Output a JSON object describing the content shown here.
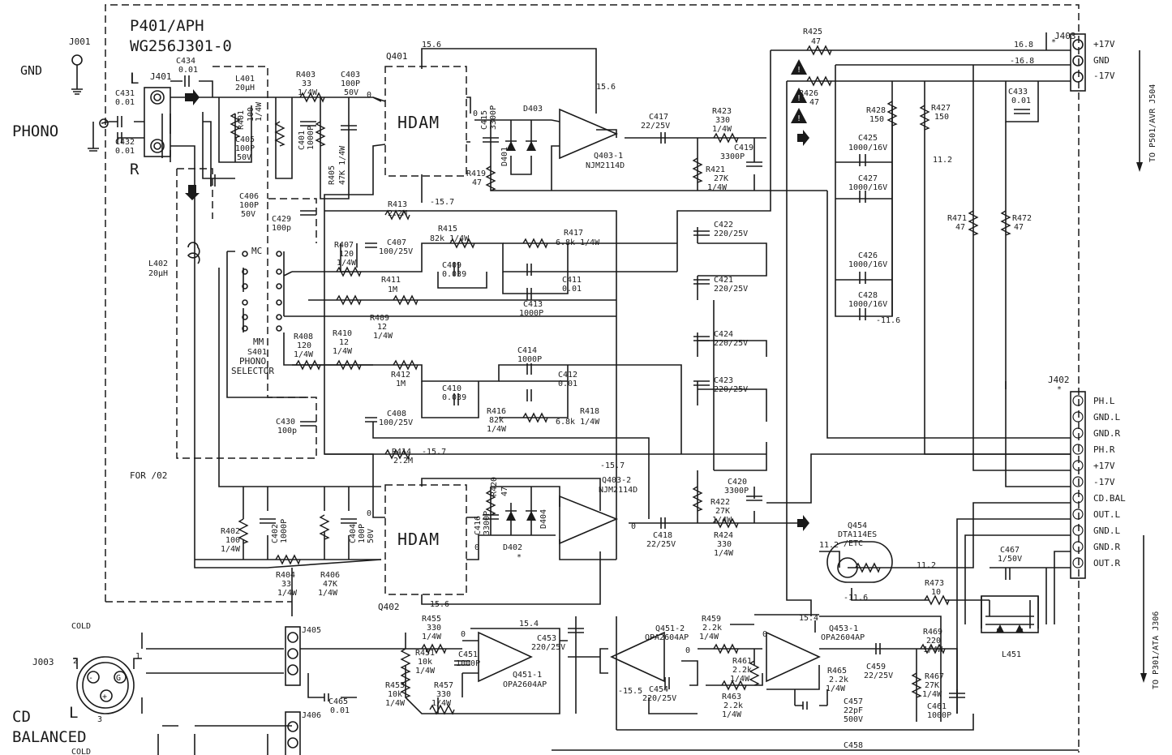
{
  "board": {
    "title": "P401/APH",
    "part": "WG256J301-0",
    "variant": "FOR /02"
  },
  "left": {
    "ground": "GND",
    "phono": "PHONO",
    "l": "L",
    "r": "R",
    "cd_balanced_1": "CD",
    "cd_balanced_2": "BALANCED",
    "cold": "COLD",
    "cold2": "COLD"
  },
  "connectors": {
    "j001": "J001",
    "j401": "J401",
    "j003": "J003",
    "j402": "J402",
    "j403": "J403",
    "j405": "J405",
    "j406": "J406",
    "l451": "L451",
    "to_p501": "TO P501/AVR J504",
    "to_p301": "TO P301/ATA J306",
    "j403_pins": [
      "+17V",
      "GND",
      "-17V"
    ],
    "j402_pins": [
      "PH.L",
      "GND.L",
      "GND.R",
      "PH.R",
      "+17V",
      "-17V",
      "CD.BAL",
      "OUT.L",
      "GND.L",
      "GND.R",
      "OUT.R"
    ],
    "star": "*"
  },
  "amps": {
    "hdam": "HDAM",
    "q401": "Q401",
    "q402": "Q402",
    "q403_1": "Q403-1",
    "q403_2": "Q403-2",
    "njm": "NJM2114D",
    "q451_1": "Q451-1",
    "q451_2": "Q451-2",
    "q453_1": "Q453-1",
    "opa": "OPA2604AP",
    "q454": "Q454",
    "q454_part": "DTA114ES",
    "q454_etc": "/ETC"
  },
  "selector": {
    "mc": "MC",
    "mm": "MM",
    "s401": "S401",
    "phono": "PHONO",
    "sel": "SELECTOR"
  },
  "voltages": {
    "v156": "15.6",
    "vm157": "-15.7",
    "v168": "16.8",
    "vm168": "-16.8",
    "v112": "11.2",
    "vm116": "-11.6",
    "v154": "15.4",
    "vm155": "-15.5",
    "zero": "0"
  },
  "comp": {
    "C434": [
      "C434",
      "0.01"
    ],
    "C431": [
      "C431",
      "0.01"
    ],
    "C432": [
      "C432",
      "0.01"
    ],
    "L401": [
      "L401",
      "20µH"
    ],
    "R401": [
      "R401",
      "100",
      "1/4W"
    ],
    "C405": [
      "C405",
      "100P",
      "50V"
    ],
    "C406": [
      "C406",
      "100P",
      "50V"
    ],
    "R403": [
      "R403",
      "33",
      "1/4W"
    ],
    "C401": [
      "C401",
      "1000P"
    ],
    "R405": [
      "R405",
      "47K 1/4W"
    ],
    "C403": [
      "C403",
      "100P",
      "50V"
    ],
    "C429": [
      "C429",
      "100p"
    ],
    "L402": [
      "L402",
      "20µH"
    ],
    "C415": [
      "C415",
      "3300P"
    ],
    "D403": [
      "D403"
    ],
    "D401": [
      "D401"
    ],
    "R419": [
      "R419",
      "47"
    ],
    "R413": [
      "R413",
      "2.2M"
    ],
    "R415": [
      "R415",
      "82k 1/4W"
    ],
    "R407": [
      "R407",
      "120",
      "1/4W"
    ],
    "C407": [
      "C407",
      "100/25V"
    ],
    "C409": [
      "C409",
      "0.039"
    ],
    "R417": [
      "R417",
      "6.8k 1/4W"
    ],
    "C411": [
      "C411",
      "0.01"
    ],
    "C413": [
      "C413",
      "1000P"
    ],
    "R411": [
      "R411",
      "1M"
    ],
    "R409": [
      "R409",
      "12",
      "1/4W"
    ],
    "R408": [
      "R408",
      "120",
      "1/4W"
    ],
    "R410": [
      "R410",
      "12",
      "1/4W"
    ],
    "C414": [
      "C414",
      "1000P"
    ],
    "R412": [
      "R412",
      "1M"
    ],
    "C410": [
      "C410",
      "0.039"
    ],
    "C412": [
      "C412",
      "0.01"
    ],
    "C408": [
      "C408",
      "100/25V"
    ],
    "R416": [
      "R416",
      "82k",
      "1/4W"
    ],
    "R418": [
      "R418",
      "6.8k 1/4W"
    ],
    "R414": [
      "R414",
      "2.2M"
    ],
    "C430": [
      "C430",
      "100p"
    ],
    "C417": [
      "C417",
      "22/25V"
    ],
    "R423": [
      "R423",
      "330",
      "1/4W"
    ],
    "C419": [
      "C419",
      "3300P"
    ],
    "R421": [
      "R421",
      "27K",
      "1/4W"
    ],
    "C422": [
      "C422",
      "220/25V"
    ],
    "C421": [
      "C421",
      "220/25V"
    ],
    "C424": [
      "C424",
      "220/25V"
    ],
    "C423": [
      "C423",
      "220/25V"
    ],
    "R425": [
      "R425",
      "47"
    ],
    "R426": [
      "R426",
      "47"
    ],
    "R428": [
      "R428",
      "150"
    ],
    "R427": [
      "R427",
      "150"
    ],
    "C433": [
      "C433",
      "0.01"
    ],
    "C425": [
      "C425",
      "1000/16V"
    ],
    "C427": [
      "C427",
      "1000/16V"
    ],
    "C426": [
      "C426",
      "1000/16V"
    ],
    "C428": [
      "C428",
      "1000/16V"
    ],
    "R471": [
      "R471",
      "47"
    ],
    "R472": [
      "R472",
      "47"
    ],
    "R420": [
      "R420",
      "47"
    ],
    "C416": [
      "C416",
      "3300P"
    ],
    "D404": [
      "D404"
    ],
    "D402": [
      "D402"
    ],
    "C420": [
      "C420",
      "3300P"
    ],
    "R422": [
      "R422",
      "27K",
      "1/4W"
    ],
    "R424": [
      "R424",
      "330",
      "1/4W"
    ],
    "C418": [
      "C418",
      "22/25V"
    ],
    "R402": [
      "R402",
      "100",
      "1/4W"
    ],
    "C402": [
      "C402",
      "1000P"
    ],
    "C404": [
      "C404",
      "100P",
      "50V"
    ],
    "R404": [
      "R404",
      "33",
      "1/4W"
    ],
    "R406": [
      "R406",
      "47K",
      "1/4W"
    ],
    "C467": [
      "C467",
      "1/50V"
    ],
    "R473": [
      "R473",
      "10"
    ],
    "R455": [
      "R455",
      "330",
      "1/4W"
    ],
    "R451": [
      "R451",
      "10k",
      "1/4W"
    ],
    "C451": [
      "C451",
      "1000P"
    ],
    "R453": [
      "R453",
      "10k",
      "1/4W"
    ],
    "R457": [
      "R457",
      "330",
      "1/4W"
    ],
    "C453": [
      "C453",
      "220/25V"
    ],
    "C454": [
      "C454",
      "220/25V"
    ],
    "R459": [
      "R459",
      "2.2k",
      "1/4W"
    ],
    "R461": [
      "R461",
      "2.2k",
      "1/4W"
    ],
    "R463": [
      "R463",
      "2.2k",
      "1/4W"
    ],
    "R465": [
      "R465",
      "2.2k",
      "1/4W"
    ],
    "C457": [
      "C457",
      "22pF",
      "500V"
    ],
    "C459": [
      "C459",
      "22/25V"
    ],
    "R469": [
      "R469",
      "220",
      "1/4W"
    ],
    "R467": [
      "R467",
      "27K",
      "1/4W"
    ],
    "C461": [
      "C461",
      "1000P"
    ],
    "C465": [
      "C465",
      "0.01"
    ],
    "C458": [
      "C458"
    ]
  }
}
